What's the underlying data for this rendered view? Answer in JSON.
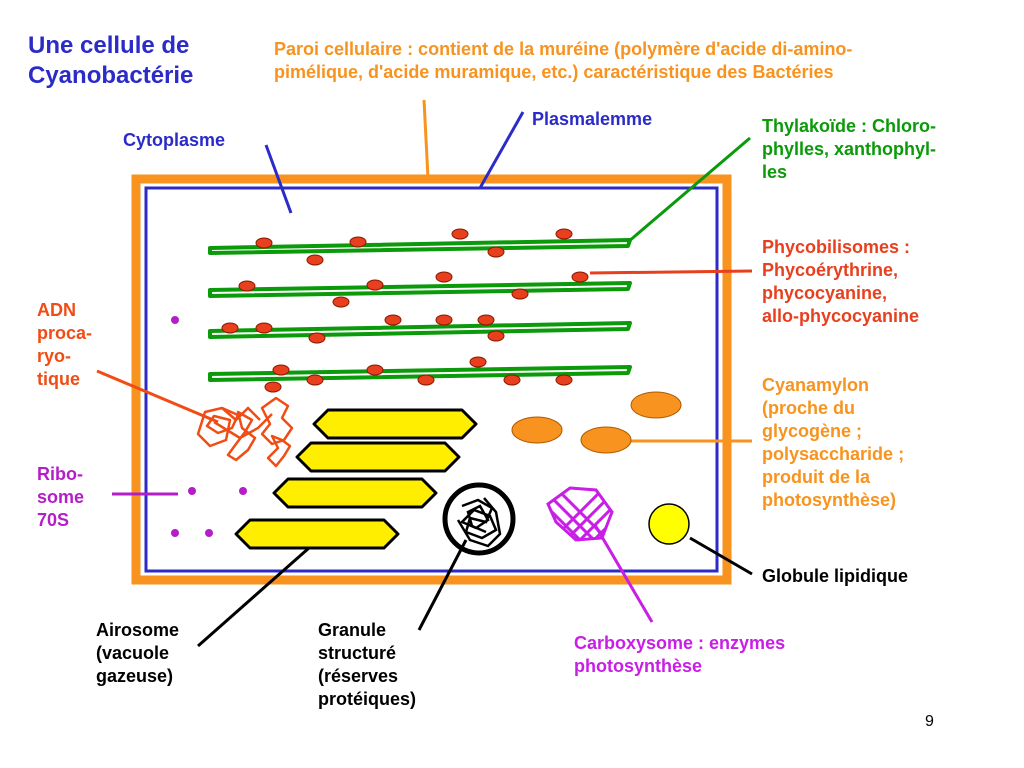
{
  "title": "Une cellule de\nCyanobactérie",
  "labels": {
    "paroi": "Paroi cellulaire : contient de la muréine (polymère d'acide di-amino-\npimélique, d'acide muramique, etc.) caractéristique des Bactéries",
    "plasmalemme": "Plasmalemme",
    "cytoplasme": "Cytoplasme",
    "thylakoide": "Thylakoïde : Chloro-\nphylles, xanthophyl-\nles",
    "phycobilisomes": "Phycobilisomes :\nPhycoérythrine,\nphycocyanine,\nallo-phycocyanine",
    "adn": "ADN\nproca-\nryo-\ntique",
    "cyanamylon": "Cyanamylon\n(proche du\nglycogène ;\npolysaccharide ;\nproduit de la\nphotosynthèse)",
    "ribosome": "Ribo-\nsome\n70S",
    "globule": "Globule lipidique",
    "airosome": "Airosome\n(vacuole\ngazeuse)",
    "granule": "Granule\nstructuré\n(réserves\nprotéiques)",
    "carboxysome": "Carboxysome : enzymes\nphotosynthèse"
  },
  "page_number": "9",
  "colors": {
    "title": "#2b2bc8",
    "wall": "#f7931e",
    "membrane": "#2b2bc8",
    "thylakoid": "#0a9a0a",
    "phycobilisome": "#e8401e",
    "dna": "#f04c14",
    "ribosome": "#b41ec8",
    "cyanamylon": "#f7931e",
    "airosome_fill": "#ffee00",
    "granule": "#000000",
    "carboxysome": "#c81ee6",
    "lipid_fill": "#ffff00",
    "text_black": "#000000"
  }
}
